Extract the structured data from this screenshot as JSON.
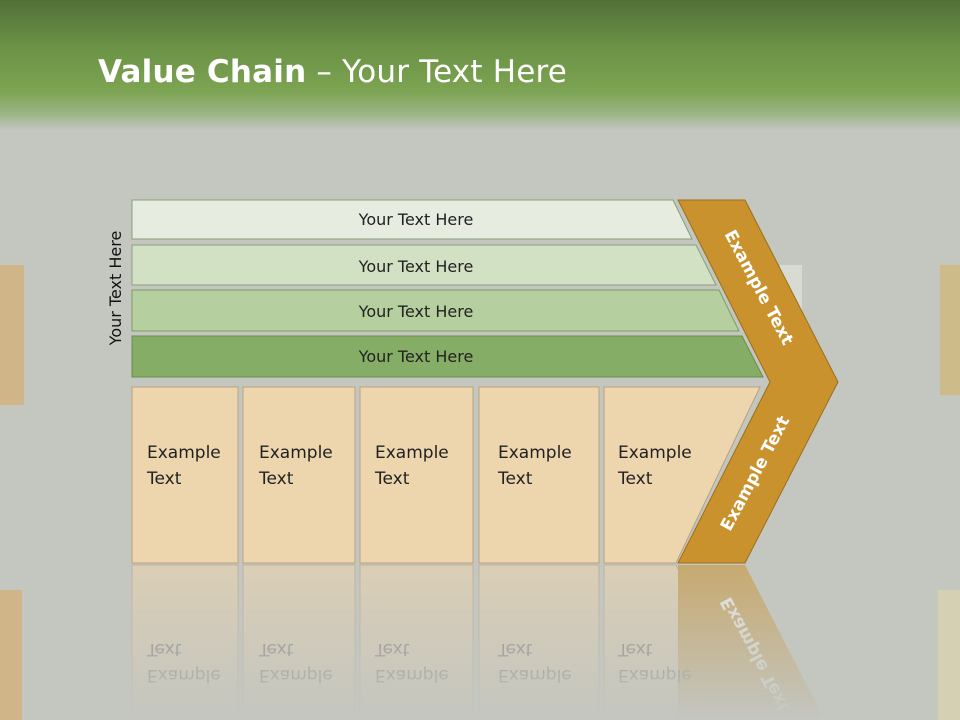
{
  "slide": {
    "title_bold": "Value Chain",
    "title_rest": " – Your Text Here"
  },
  "side_label": "Your Text Here",
  "bands": [
    {
      "label": "Your Text Here",
      "color": "#e6ece0"
    },
    {
      "label": "Your Text Here",
      "color": "#d2e0c4"
    },
    {
      "label": "Your Text Here",
      "color": "#b6cf9e"
    },
    {
      "label": "Your Text Here",
      "color": "#86ad65"
    }
  ],
  "boxes": [
    {
      "line1": "Example",
      "line2": "Text"
    },
    {
      "line1": "Example",
      "line2": "Text"
    },
    {
      "line1": "Example",
      "line2": "Text"
    },
    {
      "line1": "Example",
      "line2": "Text"
    },
    {
      "line1": "Example",
      "line2": "Text"
    }
  ],
  "chevron": {
    "upper_label": "Example Text",
    "lower_label": "Example Text",
    "color": "#c9922c"
  },
  "colors": {
    "header_green": "#6b9145",
    "box_fill": "#edd5ad",
    "background": "#c4c6c0"
  }
}
